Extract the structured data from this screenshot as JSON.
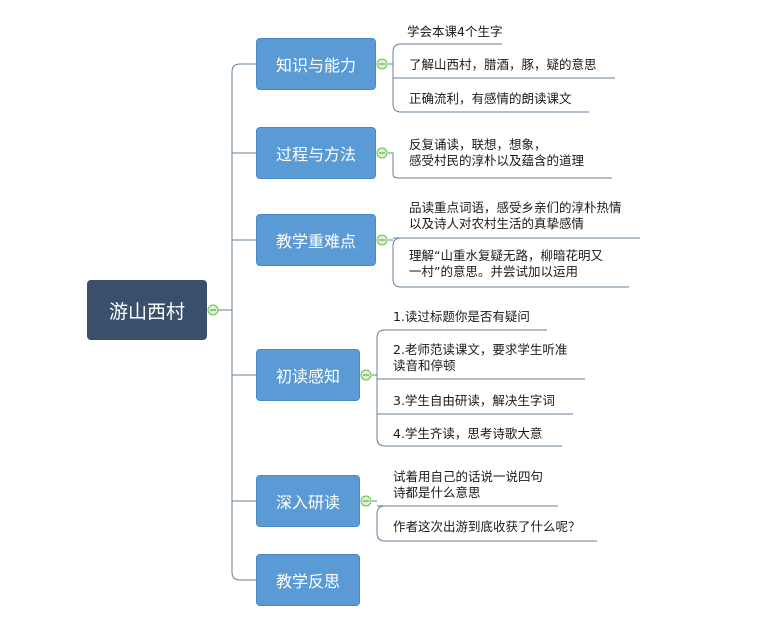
{
  "root": {
    "label": "游山西村"
  },
  "branches": [
    {
      "label": "知识与能力",
      "leaves": [
        "学会本课4个生字",
        "了解山西村，腊酒，豚，疑的意思",
        "正确流利，有感情的朗读课文"
      ]
    },
    {
      "label": "过程与方法",
      "leaves": [
        [
          "反复诵读，联想，想象，",
          "感受村民的淳朴以及蕴含的道理"
        ]
      ]
    },
    {
      "label": "教学重难点",
      "leaves": [
        [
          "品读重点词语，感受乡亲们的淳朴热情",
          "以及诗人对农村生活的真挚感情"
        ],
        [
          "理解“山重水复疑无路，柳暗花明又",
          "一村”的意思。并尝试加以运用"
        ]
      ]
    },
    {
      "label": "初读感知",
      "leaves": [
        "1.读过标题你是否有疑问",
        [
          "2.老师范读课文，要求学生听准",
          "读音和停顿"
        ],
        "3.学生自由研读，解决生字词",
        "4.学生齐读，思考诗歌大意"
      ]
    },
    {
      "label": "深入研读",
      "leaves": [
        [
          "试着用自己的话说一说四句",
          "诗都是什么意思"
        ],
        "作者这次出游到底收获了什么呢？"
      ]
    },
    {
      "label": "教学反思",
      "leaves": []
    }
  ],
  "colors": {
    "root": "#3a4f6b",
    "branch": "#5b9bd5",
    "line": "#6a7f99",
    "collapse": "#8fd27a"
  }
}
